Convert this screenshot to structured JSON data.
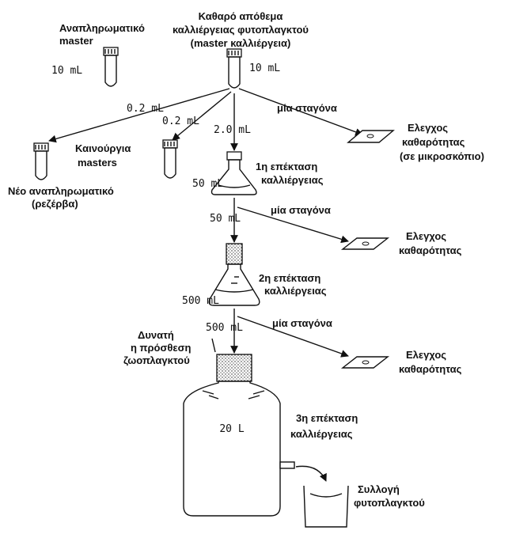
{
  "labels": {
    "reserve_master_1": "Αναπληρωματικό",
    "reserve_master_2": "master",
    "reserve_volume": "10 mL",
    "stock_1": "Καθαρό απόθεμα",
    "stock_2": "καλλιέργειας φυτοπλαγκτού",
    "stock_3": "(master καλλιέργεια)",
    "stock_volume": "10 mL",
    "transfer_left": "0.2 mL",
    "transfer_mid": "0.2 mL",
    "transfer_flask1": "2.0 mL",
    "drop_1": "μία σταγόνα",
    "check_1_a": "Ελεγχος",
    "check_1_b": "καθαρότητας",
    "check_1_c": "(σε μικροσκόπιο)",
    "new_masters_1": "Καινούργια",
    "new_masters_2": "masters",
    "new_reserve_1": "Νέο αναπληρωματικό",
    "new_reserve_2": "(ρεζέρβα)",
    "flask1_volume": "50 mL",
    "flask1_title_1": "1η επέκταση",
    "flask1_title_2": "καλλιέργειας",
    "transfer_flask2": "50 mL",
    "drop_2": "μία σταγόνα",
    "check_2_a": "Ελεγχος",
    "check_2_b": "καθαρότητας",
    "flask2_title_1": "2η επέκταση",
    "flask2_title_2": "καλλιέργειας",
    "flask2_volume": "500 mL",
    "transfer_carboy": "500 mL",
    "drop_3": "μία σταγόνα",
    "zoo_1": "Δυνατή",
    "zoo_2": "η πρόσθεση",
    "zoo_3": "ζωοπλαγκτού",
    "check_3_a": "Ελεγχος",
    "check_3_b": "καθαρότητας",
    "carboy_volume": "20 L",
    "carboy_title_1": "3η επέκταση",
    "carboy_title_2": "καλλιέργειας",
    "harvest_1": "Συλλογή",
    "harvest_2": "φυτοπλαγκτού"
  }
}
